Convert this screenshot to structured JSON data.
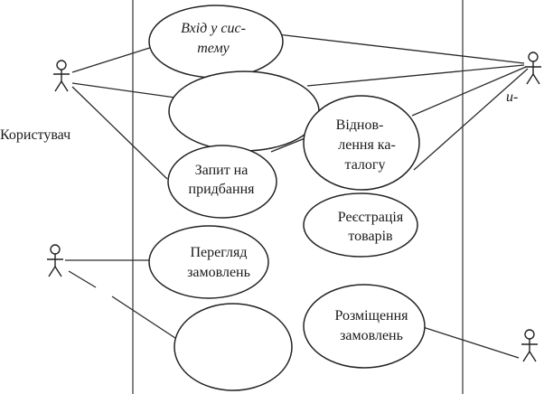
{
  "diagram": {
    "use_cases": {
      "login": {
        "line1": "Вхід у сис-",
        "line2": "тему"
      },
      "unlabeled_top": {
        "line1": ""
      },
      "purchase_request": {
        "line1": "Запит на",
        "line2": "придбання"
      },
      "catalog_update": {
        "line1": "Віднов-",
        "line2": "лення ка-",
        "line3": "талогу"
      },
      "goods_registration": {
        "line1": "Реєстрація",
        "line2": "товарів"
      },
      "orders_view": {
        "line1": "Перегляд",
        "line2": "замовлень"
      },
      "unlabeled_bottom": {
        "line1": ""
      },
      "order_placement": {
        "line1": "Розміщення",
        "line2": "замовлень"
      }
    },
    "actors": {
      "user": {
        "label": "Користувач"
      },
      "right_partial_label": "и-"
    }
  }
}
